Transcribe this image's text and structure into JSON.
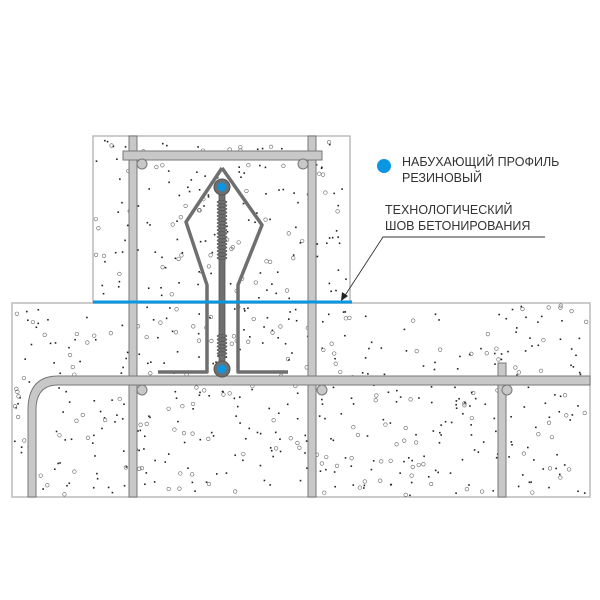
{
  "legend": {
    "swelling_profile_line1": "НАБУХАЮЩИЙ ПРОФИЛЬ",
    "swelling_profile_line2": "РЕЗИНОВЫЙ",
    "swelling_profile_color": "#0a96e0"
  },
  "callout": {
    "joint_line1": "ТЕХНОЛОГИЧЕСКИЙ",
    "joint_line2": "ШОВ БЕТОНИРОВАНИЯ"
  },
  "colors": {
    "rebar": "#c8c8c8",
    "rebar_outline": "#777777",
    "waterstop": "#6f6f6f",
    "joint": "#0a96e0",
    "concrete_outline": "#bbbbbb"
  }
}
